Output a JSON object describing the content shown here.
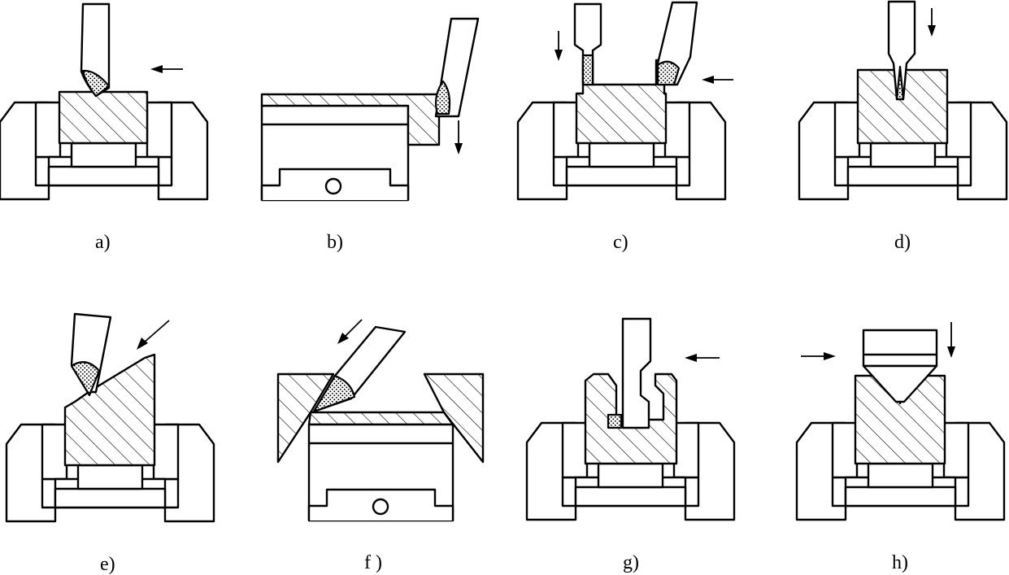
{
  "figure": {
    "labels": {
      "a": "a)",
      "b": "b)",
      "c": "c)",
      "d": "d)",
      "e": "e)",
      "f": "f )",
      "g": "g)",
      "h": "h)"
    }
  },
  "colors": {
    "line": "#000000",
    "background": "#ffffff"
  }
}
